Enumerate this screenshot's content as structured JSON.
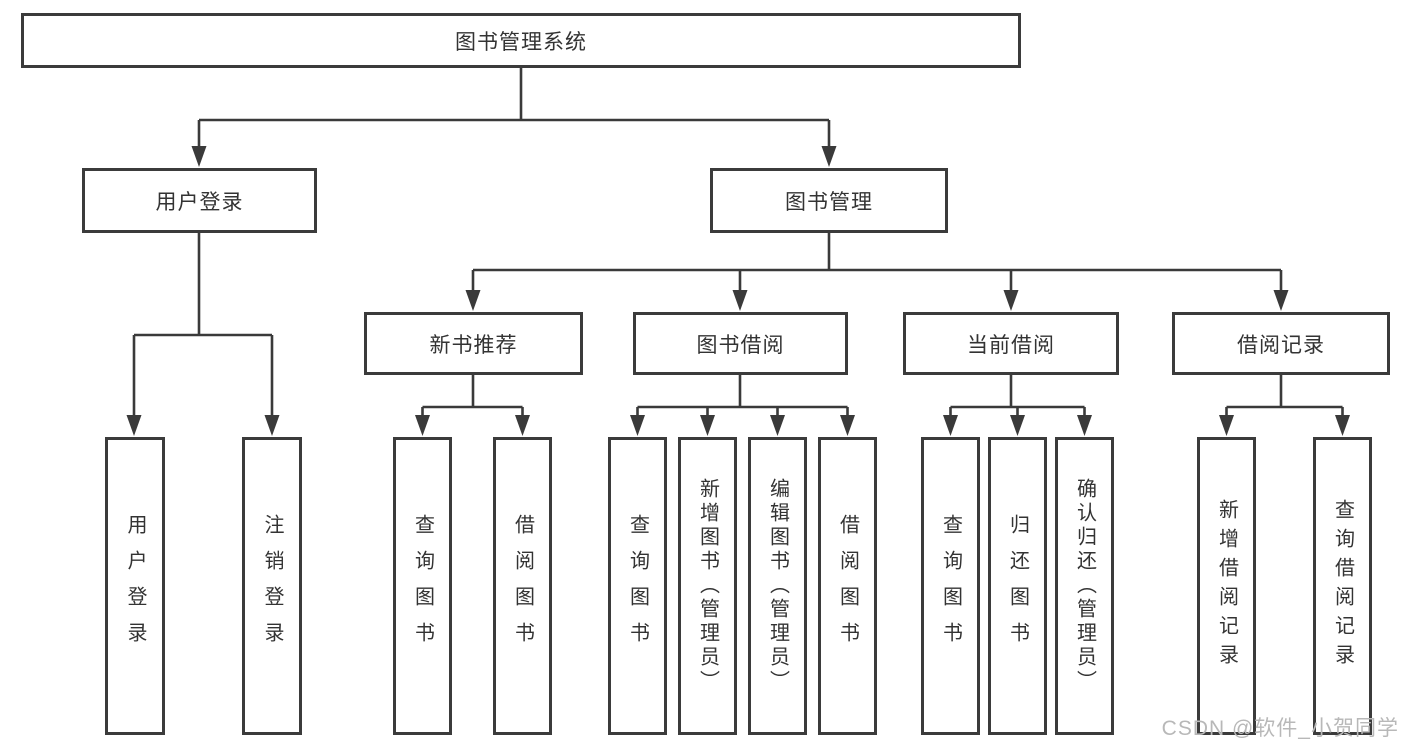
{
  "diagram": {
    "root": {
      "label": "图书管理系统"
    },
    "branches": [
      {
        "label": "用户登录",
        "children": [
          "用户登录",
          "注销登录"
        ]
      },
      {
        "label": "图书管理",
        "sections": [
          {
            "label": "新书推荐",
            "children": [
              "查询图书",
              "借阅图书"
            ]
          },
          {
            "label": "图书借阅",
            "children": [
              "查询图书",
              "新增图书（管理员）",
              "编辑图书（管理员）",
              "借阅图书"
            ]
          },
          {
            "label": "当前借阅",
            "children": [
              "查询图书",
              "归还图书",
              "确认归还（管理员）"
            ]
          },
          {
            "label": "借阅记录",
            "children": [
              "新增借阅记录",
              "查询借阅记录"
            ]
          }
        ]
      }
    ],
    "line_color": "#3a3a3a",
    "box_border_color": "#3b3b3b",
    "background_color": "#ffffff"
  },
  "watermark": {
    "text": "CSDN @软件_小贺同学",
    "color": "#b8b8b8"
  }
}
